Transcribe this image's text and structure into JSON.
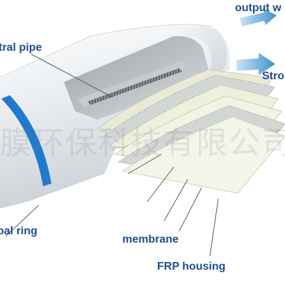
{
  "labels": {
    "central_pipe": "tral pipe",
    "output": "output w",
    "strong": "Stro",
    "seal_ring": "oal ring",
    "membrane": "membrane",
    "frp_housing": "FRP housing"
  },
  "watermark": "膜环保科技有限公司",
  "colors": {
    "label_text": "#1e4e9a",
    "arrow": "#5aa6d8",
    "seal_ring": "#1f7ad0",
    "housing": "#e8ecef",
    "membrane": "#eef0dc"
  }
}
